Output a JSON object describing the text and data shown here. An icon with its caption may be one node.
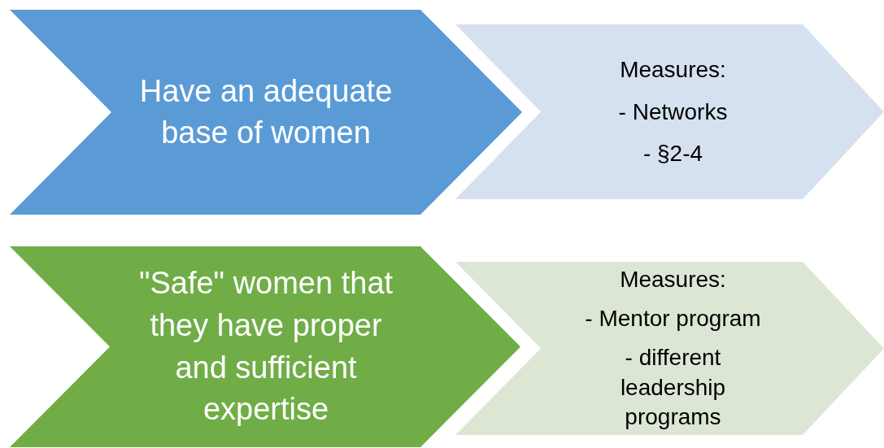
{
  "diagram": {
    "nodes": [
      {
        "text": [
          "Have an adequate base of women"
        ]
      },
      {
        "text": [
          "Measures:",
          "- Networks",
          "- §2-4"
        ]
      },
      {
        "text": [
          "\"Safe\" women that they have proper and sufficient expertise"
        ]
      },
      {
        "text": [
          "Measures:",
          "- Mentor program",
          "- different leadership programs"
        ]
      }
    ]
  }
}
